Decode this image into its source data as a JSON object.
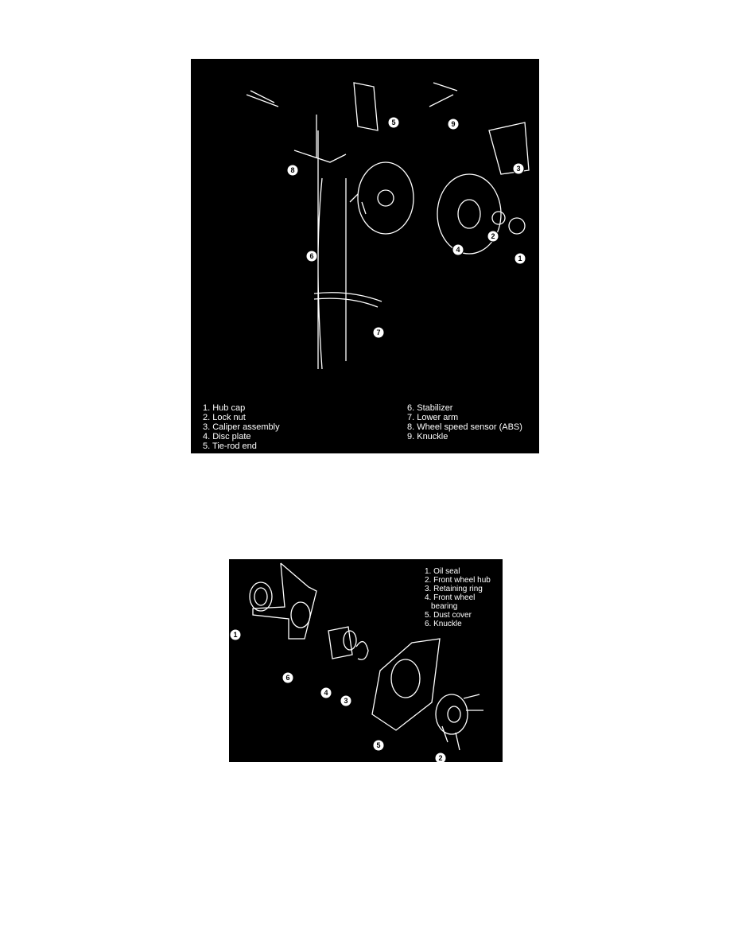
{
  "figure1": {
    "callouts": [
      "1",
      "2",
      "3",
      "4",
      "5",
      "6",
      "7",
      "8",
      "9"
    ],
    "legend_left": [
      "1. Hub cap",
      "2. Lock nut",
      "3. Caliper assembly",
      "4. Disc plate",
      "5. Tie-rod end"
    ],
    "legend_right": [
      "6. Stabilizer",
      "7. Lower arm",
      "8. Wheel speed sensor (ABS)",
      "9. Knuckle"
    ]
  },
  "figure2": {
    "callouts": [
      "1",
      "2",
      "3",
      "4",
      "5",
      "6"
    ],
    "legend": [
      "1. Oil seal",
      "2. Front wheel hub",
      "3. Retaining ring",
      "4. Front wheel",
      "bearing",
      "5. Dust cover",
      "6. Knuckle"
    ]
  }
}
